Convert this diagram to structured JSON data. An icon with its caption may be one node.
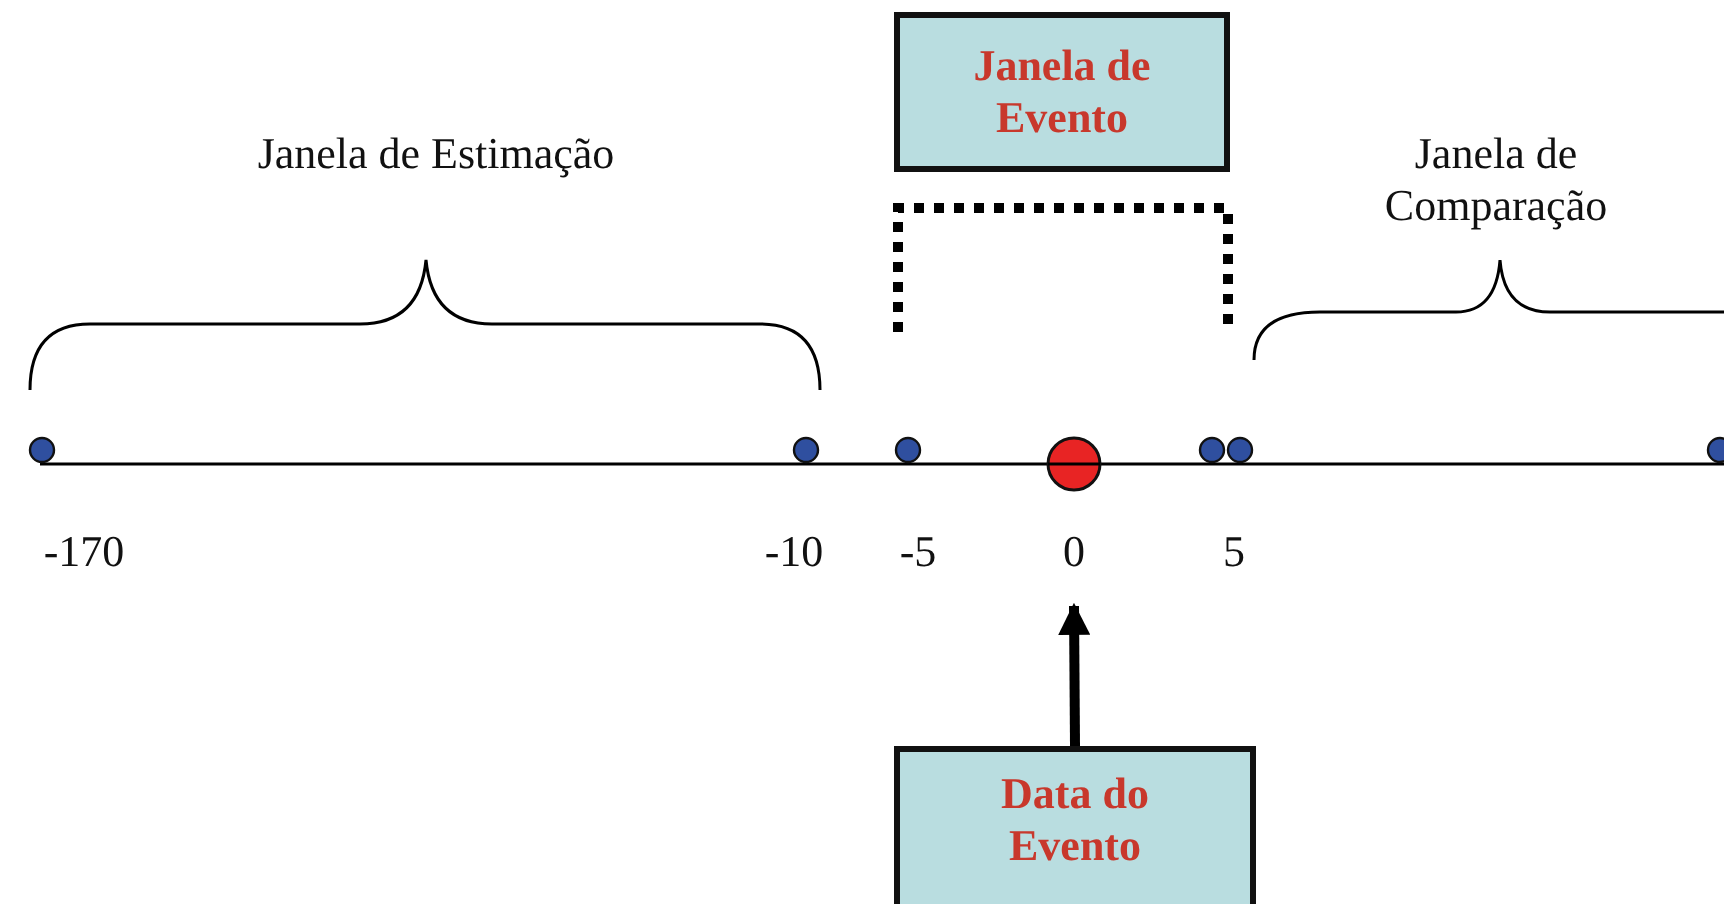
{
  "diagram": {
    "nodes": [
      {
        "text": [
          "Janela de Evento"
        ]
      },
      {
        "text": [
          "Data do Evento"
        ]
      },
      {
        "text": [
          "0"
        ]
      }
    ],
    "edges": [
      {
        "from": 1,
        "to": 2,
        "arrow": "to"
      }
    ],
    "labels": [
      "Janela de Estimação",
      "Janela de Comparação",
      "-170",
      "-10",
      "-5",
      "5"
    ]
  }
}
